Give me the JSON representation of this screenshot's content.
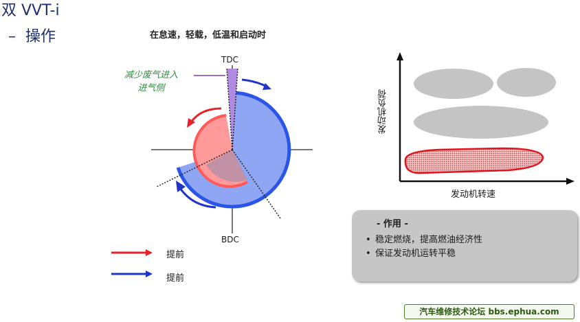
{
  "slide": {
    "title": "双 VVT-i",
    "bullet_dash": "–",
    "bullet_text": "操作"
  },
  "diagram": {
    "heading": "在怠速，轻载，低温和启动时",
    "tdc_label": "TDC",
    "bdc_label": "BDC",
    "annotation_line1": "减少废气进入",
    "annotation_line2": "进气侧",
    "colors": {
      "intake": "#ff5a5a",
      "exhaust": "#2b55e6",
      "intake_fill": "#ff9a9a",
      "exhaust_fill": "#8fa6f5",
      "annotation": "#2f8a3c"
    }
  },
  "legend": [
    {
      "color": "#e8202a",
      "text": "提前"
    },
    {
      "color": "#1f35c8",
      "text": "提前"
    }
  ],
  "operating_chart": {
    "y_label": "发动机负荷",
    "x_label": "发动机转速"
  },
  "effect": {
    "title": "- 作用 -",
    "bullet_char": "•",
    "items": [
      "稳定燃烧，提高燃油经济性",
      "保证发动机运转平稳"
    ]
  },
  "watermark": "汽车维修技术论坛 bbs.ephua.com"
}
